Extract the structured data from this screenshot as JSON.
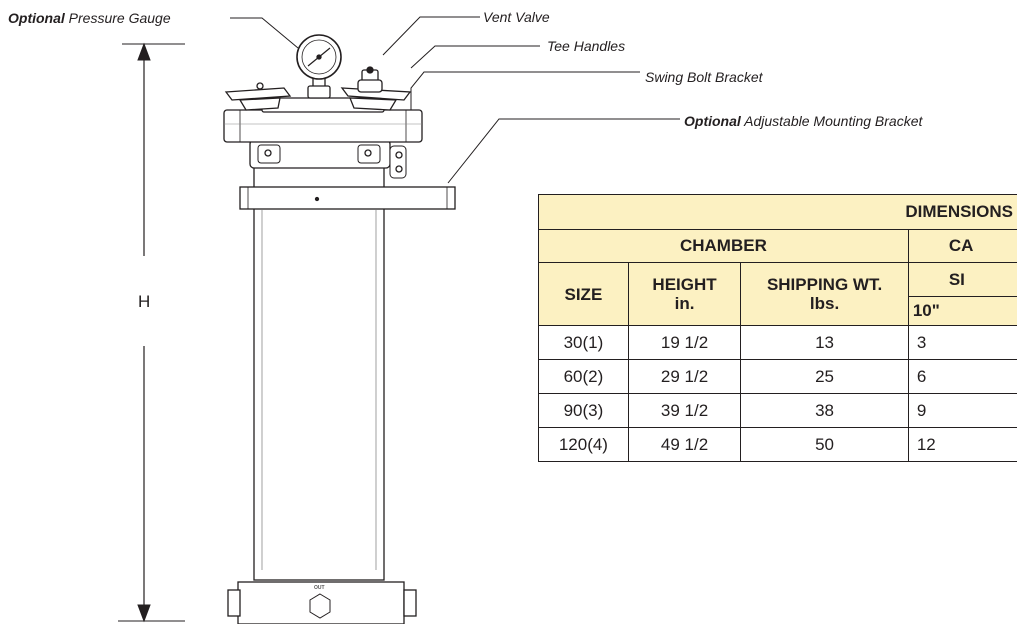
{
  "callouts": {
    "pressure_gauge": {
      "prefix": "Optional",
      "text": " Pressure Gauge"
    },
    "vent_valve": {
      "text": "Vent Valve"
    },
    "tee_handles": {
      "text": "Tee Handles"
    },
    "swing_bolt_bracket": {
      "text": "Swing Bolt Bracket"
    },
    "mounting_bracket": {
      "prefix": "Optional",
      "text": " Adjustable Mounting Bracket"
    }
  },
  "dimension_label": "H",
  "outlet_mark": "OUT",
  "table": {
    "title": "DIMENSIONS",
    "group_chamber": "CHAMBER",
    "group_cartridge": "CA",
    "col_size": "SIZE",
    "col_height": {
      "line1": "HEIGHT",
      "line2": "in."
    },
    "col_weight": {
      "line1": "SHIPPING WT.",
      "line2": "lbs."
    },
    "col_cart_size": "SI",
    "col_10": "10\"",
    "rows": [
      {
        "size": "30(1)",
        "height": "19 1/2",
        "weight": "13",
        "c10": "3"
      },
      {
        "size": "60(2)",
        "height": "29 1/2",
        "weight": "25",
        "c10": "6"
      },
      {
        "size": "90(3)",
        "height": "39 1/2",
        "weight": "38",
        "c10": "9"
      },
      {
        "size": "120(4)",
        "height": "49 1/2",
        "weight": "50",
        "c10": "12"
      }
    ]
  }
}
